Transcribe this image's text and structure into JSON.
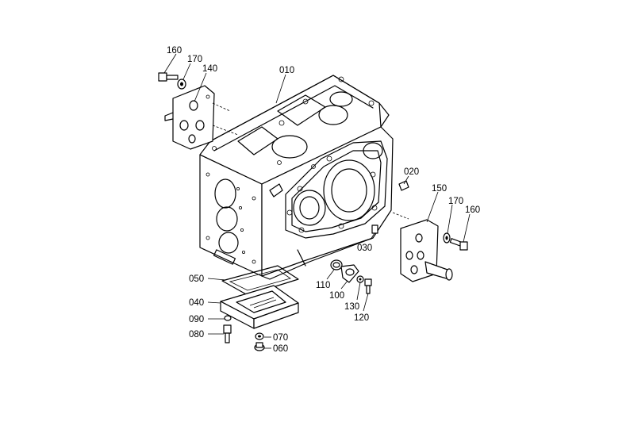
{
  "callouts": {
    "p160a": "160",
    "p170a": "170",
    "p140": "140",
    "p010": "010",
    "p020": "020",
    "p150": "150",
    "p170b": "170",
    "p160b": "160",
    "p030": "030",
    "p050": "050",
    "p040": "040",
    "p090": "090",
    "p080": "080",
    "p070": "070",
    "p060": "060",
    "p110": "110",
    "p100": "100",
    "p130": "130",
    "p120": "120"
  }
}
